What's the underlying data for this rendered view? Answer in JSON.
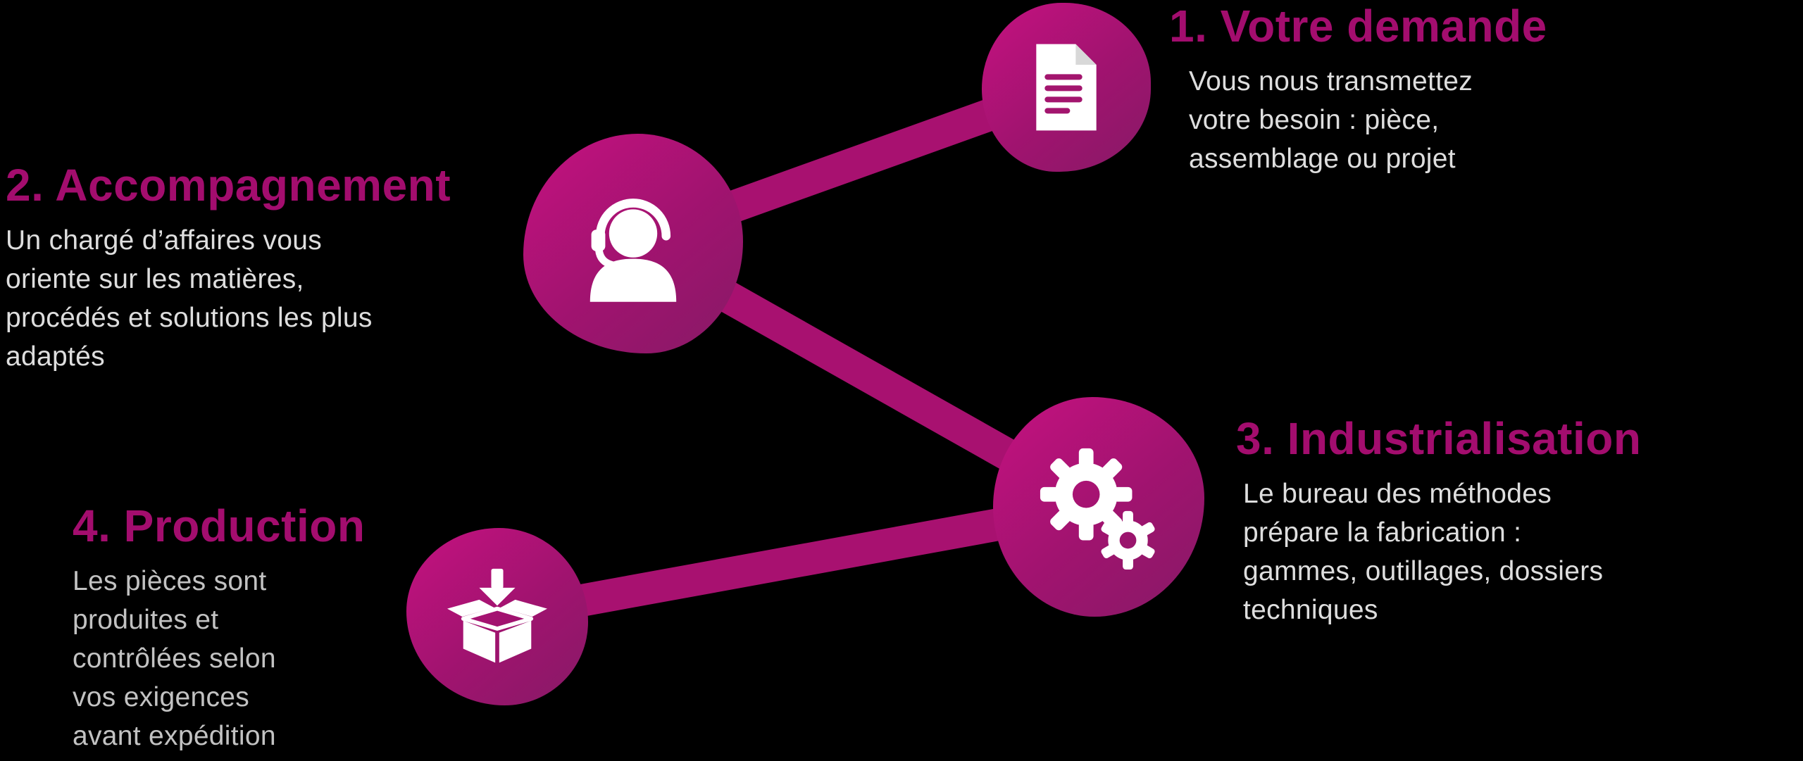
{
  "diagram": {
    "background_color": "#000000",
    "accent_color": "#a30d6e",
    "blob_gradient_start": "#c51280",
    "blob_gradient_end": "#871a66",
    "connector_color": "#a81170",
    "icon_color": "#ffffff",
    "body_text_color": "#dedede"
  },
  "steps": [
    {
      "title": "1. Votre demande",
      "description": "Vous nous transmettez\nvotre besoin : pièce,\nassemblage ou projet",
      "icon": "document-icon"
    },
    {
      "title": "2. Accompagnement",
      "description": "Un chargé d’affaires vous\noriente sur les matières,\nprocédés et solutions les plus\nadaptés",
      "icon": "headset-person-icon"
    },
    {
      "title": "3. Industrialisation",
      "description": "Le bureau des méthodes\nprépare la fabrication :\ngammes, outillages, dossiers\ntechniques",
      "icon": "gears-icon"
    },
    {
      "title": "4. Production",
      "description": "Les pièces sont\nproduites et\ncontrôlées selon\nvos exigences\navant expédition",
      "icon": "open-box-icon"
    }
  ]
}
